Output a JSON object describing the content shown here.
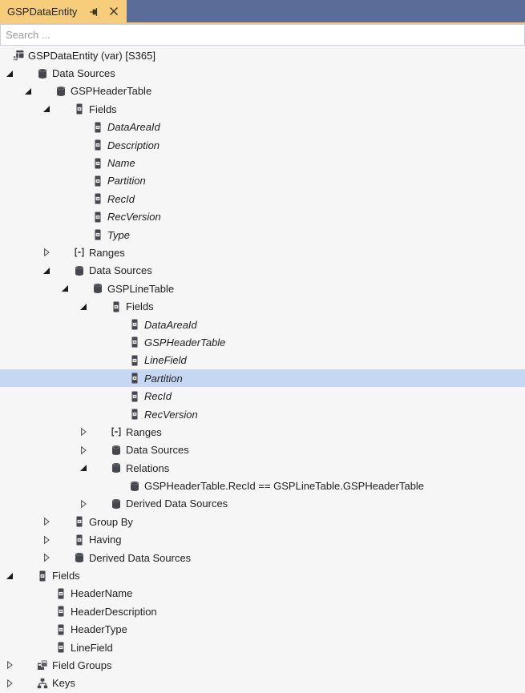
{
  "tab": {
    "title": "GSPDataEntity"
  },
  "search": {
    "placeholder": "Search ..."
  },
  "colors": {
    "active_tab": "#F7CC7B",
    "tab_strip_bg": "#5C6C99",
    "tab_underline": "#F3C97C",
    "selection": "#C6D7F4",
    "icon": "#46464D",
    "text": "#1E1E1E",
    "panel_bg": "#F6F6F6"
  },
  "tree": {
    "nodes": [
      {
        "label": "GSPDataEntity (var) [S365]",
        "level": 0,
        "icon": "entity",
        "expander": "none"
      },
      {
        "label": "Data Sources",
        "level": 1,
        "icon": "database",
        "expander": "expanded"
      },
      {
        "label": "GSPHeaderTable",
        "level": 2,
        "icon": "database",
        "expander": "expanded"
      },
      {
        "label": "Fields",
        "level": 3,
        "icon": "field",
        "expander": "expanded"
      },
      {
        "label": "DataAreaId",
        "level": 4,
        "icon": "field",
        "expander": "none",
        "italic": true
      },
      {
        "label": "Description",
        "level": 4,
        "icon": "field",
        "expander": "none",
        "italic": true
      },
      {
        "label": "Name",
        "level": 4,
        "icon": "field",
        "expander": "none",
        "italic": true
      },
      {
        "label": "Partition",
        "level": 4,
        "icon": "field",
        "expander": "none",
        "italic": true
      },
      {
        "label": "RecId",
        "level": 4,
        "icon": "field",
        "expander": "none",
        "italic": true
      },
      {
        "label": "RecVersion",
        "level": 4,
        "icon": "field",
        "expander": "none",
        "italic": true
      },
      {
        "label": "Type",
        "level": 4,
        "icon": "field",
        "expander": "none",
        "italic": true
      },
      {
        "label": "Ranges",
        "level": 3,
        "icon": "ranges",
        "expander": "collapsed"
      },
      {
        "label": "Data Sources",
        "level": 3,
        "icon": "database",
        "expander": "expanded"
      },
      {
        "label": "GSPLineTable",
        "level": 4,
        "icon": "database",
        "expander": "expanded"
      },
      {
        "label": "Fields",
        "level": 5,
        "icon": "field",
        "expander": "expanded"
      },
      {
        "label": "DataAreaId",
        "level": 6,
        "icon": "field",
        "expander": "none",
        "italic": true
      },
      {
        "label": "GSPHeaderTable",
        "level": 6,
        "icon": "field",
        "expander": "none",
        "italic": true
      },
      {
        "label": "LineField",
        "level": 6,
        "icon": "field",
        "expander": "none",
        "italic": true
      },
      {
        "label": "Partition",
        "level": 6,
        "icon": "field",
        "expander": "none",
        "italic": true,
        "selected": true
      },
      {
        "label": "RecId",
        "level": 6,
        "icon": "field",
        "expander": "none",
        "italic": true
      },
      {
        "label": "RecVersion",
        "level": 6,
        "icon": "field",
        "expander": "none",
        "italic": true
      },
      {
        "label": "Ranges",
        "level": 5,
        "icon": "ranges",
        "expander": "collapsed"
      },
      {
        "label": "Data Sources",
        "level": 5,
        "icon": "database",
        "expander": "collapsed"
      },
      {
        "label": "Relations",
        "level": 5,
        "icon": "database",
        "expander": "expanded"
      },
      {
        "label": "GSPHeaderTable.RecId == GSPLineTable.GSPHeaderTable",
        "level": 6,
        "icon": "database",
        "expander": "none"
      },
      {
        "label": "Derived Data Sources",
        "level": 5,
        "icon": "database",
        "expander": "collapsed"
      },
      {
        "label": "Group By",
        "level": 3,
        "icon": "field",
        "expander": "collapsed"
      },
      {
        "label": "Having",
        "level": 3,
        "icon": "field",
        "expander": "collapsed"
      },
      {
        "label": "Derived Data Sources",
        "level": 3,
        "icon": "database",
        "expander": "collapsed"
      },
      {
        "label": "Fields",
        "level": 1,
        "icon": "field",
        "expander": "expanded"
      },
      {
        "label": "HeaderName",
        "level": 2,
        "icon": "field",
        "expander": "none"
      },
      {
        "label": "HeaderDescription",
        "level": 2,
        "icon": "field",
        "expander": "none"
      },
      {
        "label": "HeaderType",
        "level": 2,
        "icon": "field",
        "expander": "none"
      },
      {
        "label": "LineField",
        "level": 2,
        "icon": "field",
        "expander": "none"
      },
      {
        "label": "Field Groups",
        "level": 1,
        "icon": "field-groups",
        "expander": "collapsed"
      },
      {
        "label": "Keys",
        "level": 1,
        "icon": "keys",
        "expander": "collapsed"
      }
    ]
  }
}
